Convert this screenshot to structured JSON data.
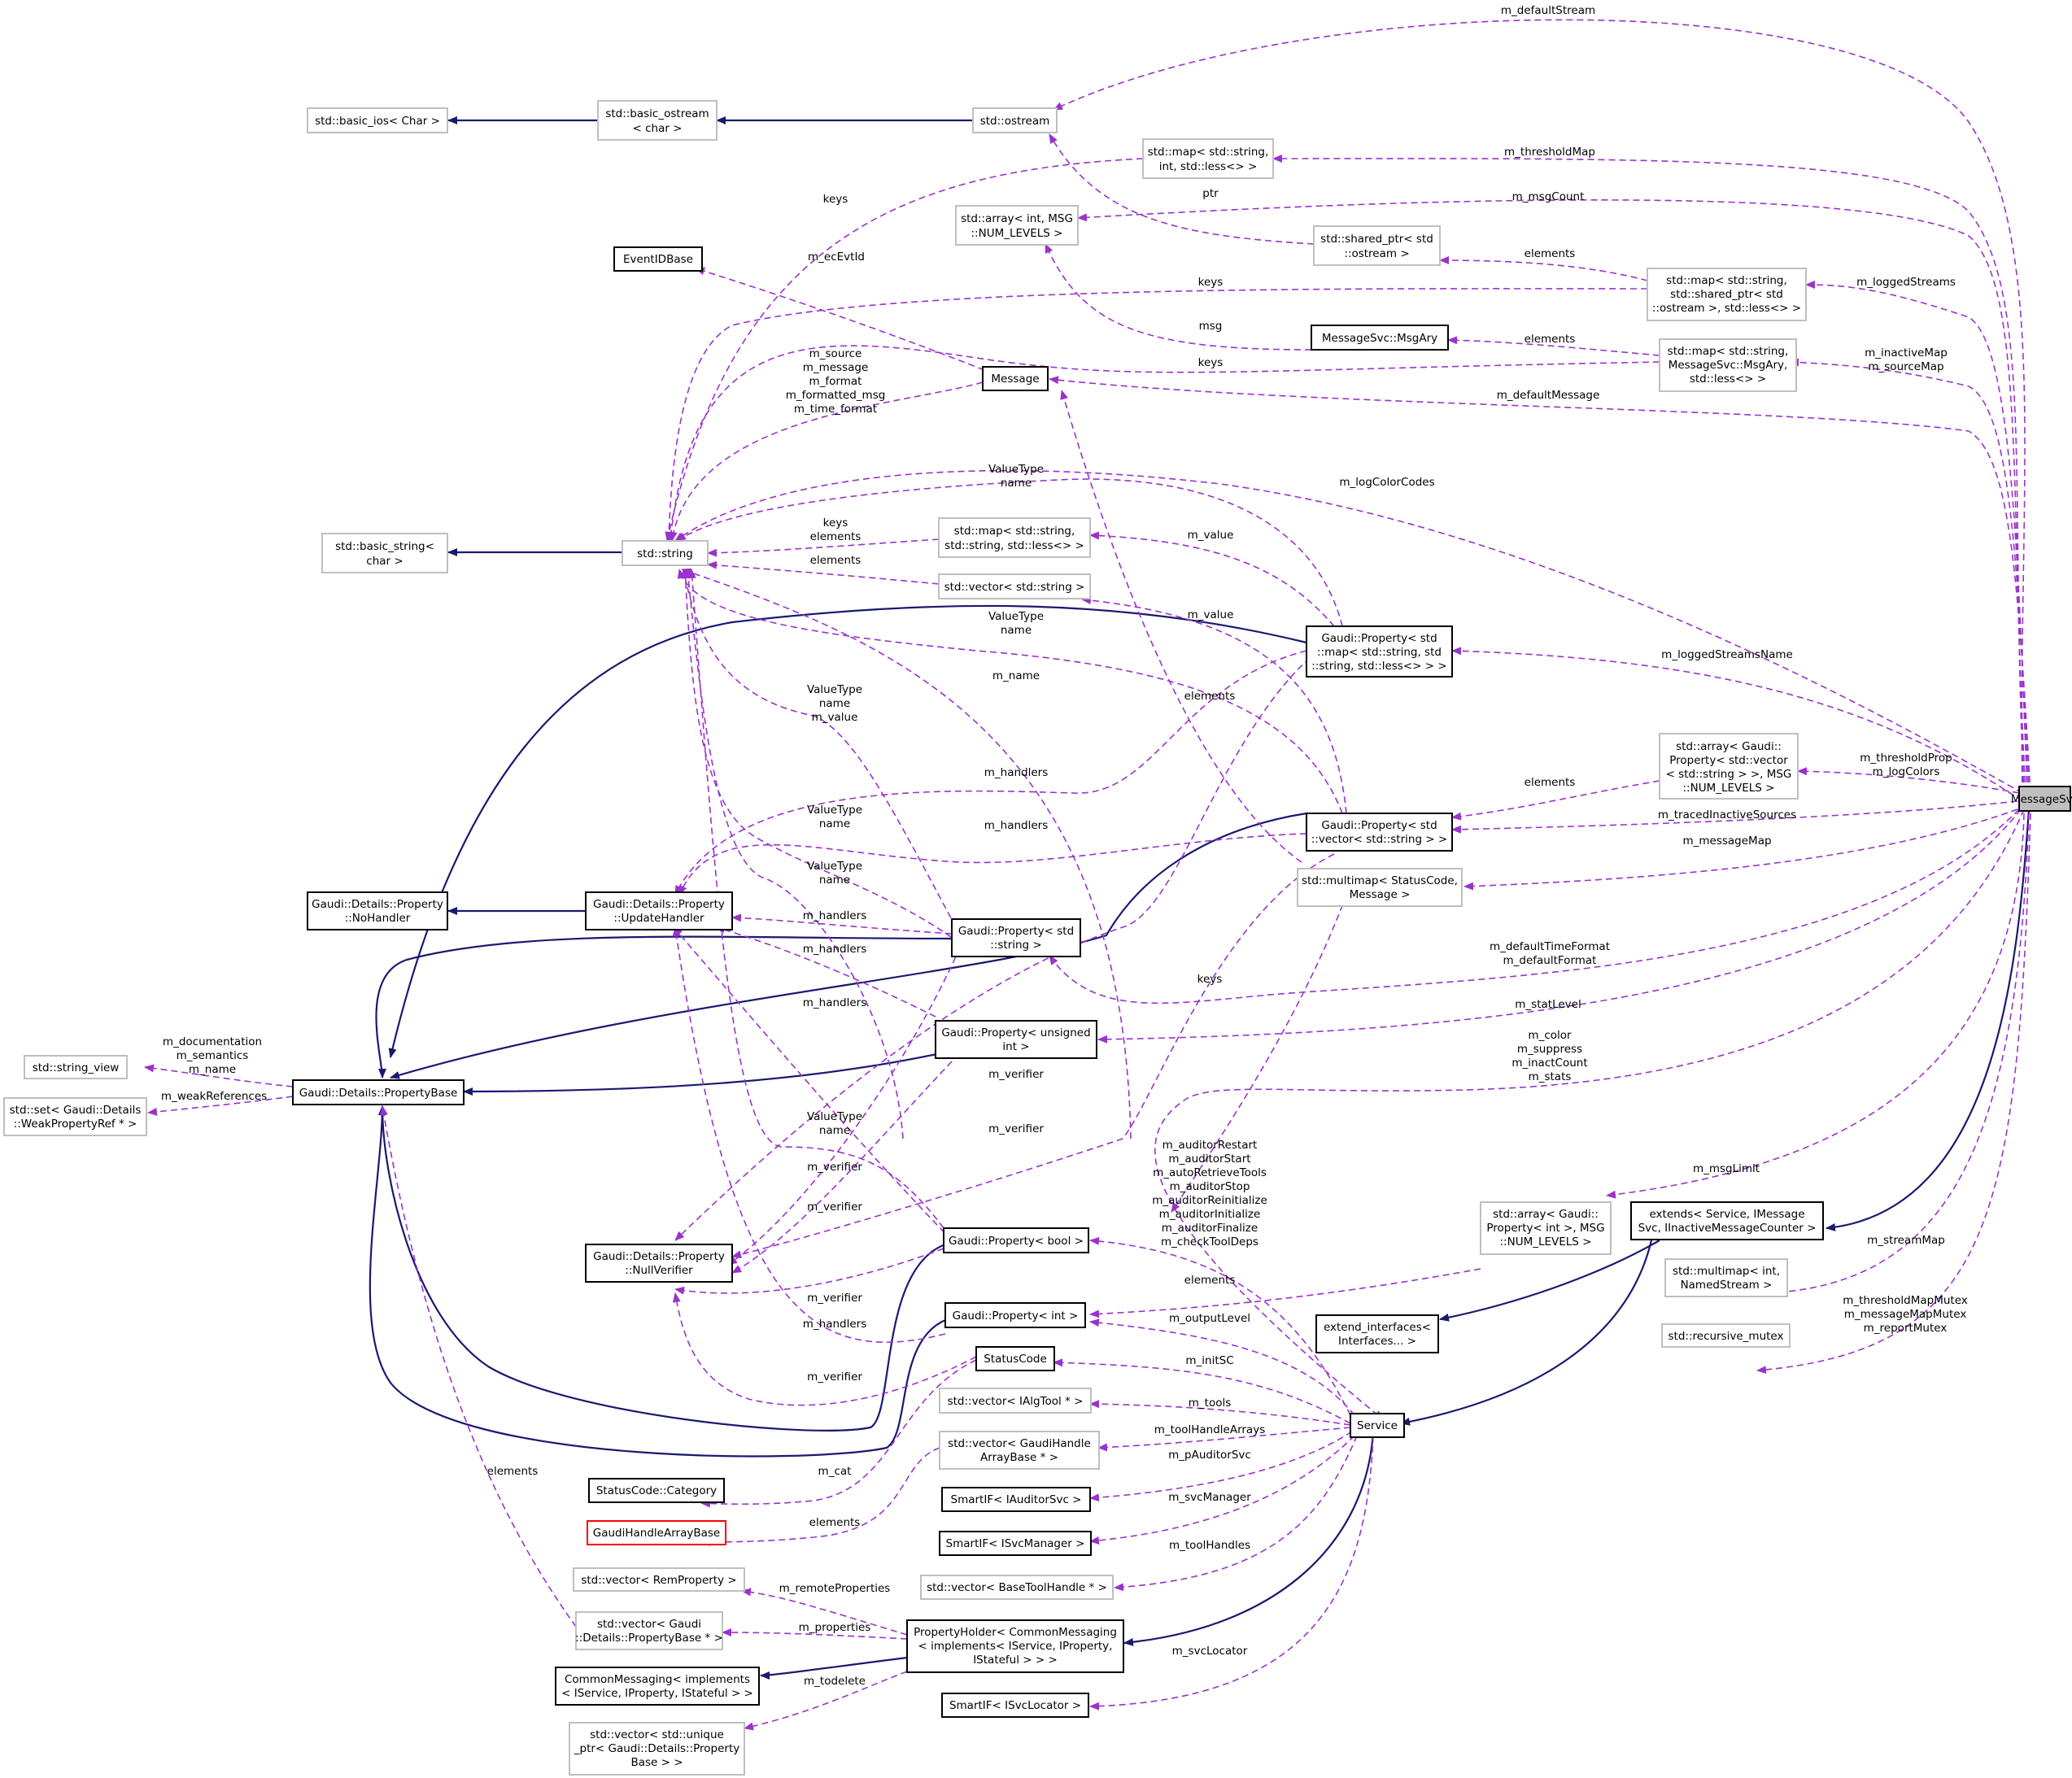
{
  "colors": {
    "inheritance_edge": "#191970",
    "usage_edge": "#9a32cd",
    "focus_fill": "#bfbfbf",
    "border_documented": "#000000",
    "border_external": "#bfbfbf",
    "border_missing": "#ff0000"
  },
  "nodes": [
    {
      "id": "MessageSvc",
      "lines": [
        "MessageSvc"
      ],
      "style": "focus"
    },
    {
      "id": "basic_ios",
      "lines": [
        "std::basic_ios< Char >"
      ],
      "style": "grey"
    },
    {
      "id": "basic_ostream",
      "lines": [
        "std::basic_ostream",
        "< char >"
      ],
      "style": "grey"
    },
    {
      "id": "ostream",
      "lines": [
        "std::ostream"
      ],
      "style": "grey"
    },
    {
      "id": "map_int",
      "lines": [
        "std::map< std::string,",
        "int, std::less<> >"
      ],
      "style": "grey"
    },
    {
      "id": "array_int",
      "lines": [
        "std::array< int, MSG",
        "::NUM_LEVELS >"
      ],
      "style": "grey"
    },
    {
      "id": "shared_ptr",
      "lines": [
        "std::shared_ptr< std",
        "::ostream >"
      ],
      "style": "grey"
    },
    {
      "id": "map_shared",
      "lines": [
        "std::map< std::string,",
        "std::shared_ptr< std",
        "::ostream >, std::less<> >"
      ],
      "style": "grey"
    },
    {
      "id": "EventIDBase",
      "lines": [
        "EventIDBase"
      ],
      "style": "black"
    },
    {
      "id": "MsgAry",
      "lines": [
        "MessageSvc::MsgAry"
      ],
      "style": "black"
    },
    {
      "id": "map_msgary",
      "lines": [
        "std::map< std::string,",
        "MessageSvc::MsgAry,",
        "std::less<> >"
      ],
      "style": "grey"
    },
    {
      "id": "Message",
      "lines": [
        "Message"
      ],
      "style": "black"
    },
    {
      "id": "basic_string",
      "lines": [
        "std::basic_string<",
        "char >"
      ],
      "style": "grey"
    },
    {
      "id": "string",
      "lines": [
        "std::string"
      ],
      "style": "grey"
    },
    {
      "id": "map_ss",
      "lines": [
        "std::map< std::string,",
        "std::string, std::less<> >"
      ],
      "style": "grey"
    },
    {
      "id": "vector_string",
      "lines": [
        "std::vector< std::string >"
      ],
      "style": "grey"
    },
    {
      "id": "prop_map",
      "lines": [
        "Gaudi::Property< std",
        "::map< std::string, std",
        "::string, std::less<> > >"
      ],
      "style": "black"
    },
    {
      "id": "array_gaudi_vec",
      "lines": [
        "std::array< Gaudi::",
        "Property< std::vector",
        "< std::string > >, MSG",
        "::NUM_LEVELS >"
      ],
      "style": "grey"
    },
    {
      "id": "prop_vector",
      "lines": [
        "Gaudi::Property< std",
        "::vector< std::string > >"
      ],
      "style": "black"
    },
    {
      "id": "multimap_sc",
      "lines": [
        "std::multimap< StatusCode,",
        "Message >"
      ],
      "style": "grey"
    },
    {
      "id": "NoHandler",
      "lines": [
        "Gaudi::Details::Property",
        "::NoHandler"
      ],
      "style": "black"
    },
    {
      "id": "UpdateHandler",
      "lines": [
        "Gaudi::Details::Property",
        "::UpdateHandler"
      ],
      "style": "black"
    },
    {
      "id": "prop_string",
      "lines": [
        "Gaudi::Property< std",
        "::string >"
      ],
      "style": "black"
    },
    {
      "id": "prop_unsigned",
      "lines": [
        "Gaudi::Property< unsigned",
        "int >"
      ],
      "style": "black"
    },
    {
      "id": "string_view",
      "lines": [
        "std::string_view"
      ],
      "style": "grey"
    },
    {
      "id": "set_weak",
      "lines": [
        "std::set< Gaudi::Details",
        "::WeakPropertyRef * >"
      ],
      "style": "grey"
    },
    {
      "id": "PropertyBase",
      "lines": [
        "Gaudi::Details::PropertyBase"
      ],
      "style": "black"
    },
    {
      "id": "array_gaudi_int",
      "lines": [
        "std::array< Gaudi::",
        "Property< int >, MSG",
        "::NUM_LEVELS >"
      ],
      "style": "grey"
    },
    {
      "id": "extends",
      "lines": [
        "extends< Service, IMessage",
        "Svc, IInactiveMessageCounter >"
      ],
      "style": "black"
    },
    {
      "id": "NullVerifier",
      "lines": [
        "Gaudi::Details::Property",
        "::NullVerifier"
      ],
      "style": "black"
    },
    {
      "id": "prop_bool",
      "lines": [
        "Gaudi::Property< bool >"
      ],
      "style": "black"
    },
    {
      "id": "prop_int",
      "lines": [
        "Gaudi::Property< int >"
      ],
      "style": "black"
    },
    {
      "id": "multimap_int",
      "lines": [
        "std::multimap< int,",
        "NamedStream >"
      ],
      "style": "grey"
    },
    {
      "id": "extend_interfaces",
      "lines": [
        "extend_interfaces<",
        "Interfaces... >"
      ],
      "style": "black"
    },
    {
      "id": "rec_mutex",
      "lines": [
        "std::recursive_mutex"
      ],
      "style": "grey"
    },
    {
      "id": "StatusCode",
      "lines": [
        "StatusCode"
      ],
      "style": "black"
    },
    {
      "id": "vec_ialgtool",
      "lines": [
        "std::vector< IAlgTool * >"
      ],
      "style": "grey"
    },
    {
      "id": "Service",
      "lines": [
        "Service"
      ],
      "style": "black"
    },
    {
      "id": "vec_gaudihandle",
      "lines": [
        "std::vector< GaudiHandle",
        "ArrayBase * >"
      ],
      "style": "grey"
    },
    {
      "id": "sc_category",
      "lines": [
        "StatusCode::Category"
      ],
      "style": "black"
    },
    {
      "id": "smart_auditor",
      "lines": [
        "SmartIF< IAuditorSvc >"
      ],
      "style": "black"
    },
    {
      "id": "GaudiHandleArrayBase",
      "lines": [
        "GaudiHandleArrayBase"
      ],
      "style": "red"
    },
    {
      "id": "smart_svcmgr",
      "lines": [
        "SmartIF< ISvcManager >"
      ],
      "style": "black"
    },
    {
      "id": "vec_remprop",
      "lines": [
        "std::vector< RemProperty >"
      ],
      "style": "grey"
    },
    {
      "id": "vec_basetool",
      "lines": [
        "std::vector< BaseToolHandle * >"
      ],
      "style": "grey"
    },
    {
      "id": "vec_propbase",
      "lines": [
        "std::vector< Gaudi",
        "::Details::PropertyBase * >"
      ],
      "style": "grey"
    },
    {
      "id": "PropertyHolder",
      "lines": [
        "PropertyHolder< CommonMessaging",
        "< implements< IService, IProperty,",
        "IStateful > > >"
      ],
      "style": "black"
    },
    {
      "id": "CommonMessaging",
      "lines": [
        "CommonMessaging< implements",
        "< IService, IProperty, IStateful > >"
      ],
      "style": "black"
    },
    {
      "id": "smart_svcloc",
      "lines": [
        "SmartIF< ISvcLocator >"
      ],
      "style": "black"
    },
    {
      "id": "vec_unique",
      "lines": [
        "std::vector< std::unique",
        "_ptr< Gaudi::Details::Property",
        "Base > >"
      ],
      "style": "grey"
    }
  ],
  "edge_labels": [
    {
      "id": "l_defaultStream",
      "lines": [
        "m_defaultStream"
      ]
    },
    {
      "id": "l_thresholdMap",
      "lines": [
        "m_thresholdMap"
      ]
    },
    {
      "id": "l_keys_map_int",
      "lines": [
        "keys"
      ]
    },
    {
      "id": "l_ptr",
      "lines": [
        "ptr"
      ]
    },
    {
      "id": "l_msgCount",
      "lines": [
        "m_msgCount"
      ]
    },
    {
      "id": "l_elements_shared",
      "lines": [
        "elements"
      ]
    },
    {
      "id": "l_keys_shared",
      "lines": [
        "keys"
      ]
    },
    {
      "id": "l_loggedStreams",
      "lines": [
        "m_loggedStreams"
      ]
    },
    {
      "id": "l_ecEvtId",
      "lines": [
        "m_ecEvtId"
      ]
    },
    {
      "id": "l_msg",
      "lines": [
        "msg"
      ]
    },
    {
      "id": "l_elements_msgary",
      "lines": [
        "elements"
      ]
    },
    {
      "id": "l_inactiveMap",
      "lines": [
        "m_inactiveMap",
        "m_sourceMap"
      ]
    },
    {
      "id": "l_keys_msgary",
      "lines": [
        "keys"
      ]
    },
    {
      "id": "l_message_fields",
      "lines": [
        "m_source",
        "m_message",
        "m_format",
        "m_formatted_msg",
        "m_time_format"
      ]
    },
    {
      "id": "l_defaultMessage",
      "lines": [
        "m_defaultMessage"
      ]
    },
    {
      "id": "l_logColorCodes",
      "lines": [
        "m_logColorCodes"
      ]
    },
    {
      "id": "l_valuetype_1",
      "lines": [
        "ValueType",
        "name"
      ]
    },
    {
      "id": "l_keys_elements",
      "lines": [
        "keys",
        "elements"
      ]
    },
    {
      "id": "l_m_value_1",
      "lines": [
        "m_value"
      ]
    },
    {
      "id": "l_elements_vec",
      "lines": [
        "elements"
      ]
    },
    {
      "id": "l_m_value_2",
      "lines": [
        "m_value"
      ]
    },
    {
      "id": "l_valuetype_2",
      "lines": [
        "ValueType",
        "name"
      ]
    },
    {
      "id": "l_loggedStreamsName",
      "lines": [
        "m_loggedStreamsName"
      ]
    },
    {
      "id": "l_m_name",
      "lines": [
        "m_name"
      ]
    },
    {
      "id": "l_elements_multimap",
      "lines": [
        "elements"
      ]
    },
    {
      "id": "l_valuetype_3",
      "lines": [
        "ValueType",
        "name",
        "m_value"
      ]
    },
    {
      "id": "l_m_handlers_1",
      "lines": [
        "m_handlers"
      ]
    },
    {
      "id": "l_thresholdProp",
      "lines": [
        "m_thresholdProp",
        "m_logColors"
      ]
    },
    {
      "id": "l_elements_array",
      "lines": [
        "elements"
      ]
    },
    {
      "id": "l_tracedInactive",
      "lines": [
        "m_tracedInactiveSources"
      ]
    },
    {
      "id": "l_valuetype_4",
      "lines": [
        "ValueType",
        "name"
      ]
    },
    {
      "id": "l_m_handlers_2",
      "lines": [
        "m_handlers"
      ]
    },
    {
      "id": "l_messageMap",
      "lines": [
        "m_messageMap"
      ]
    },
    {
      "id": "l_valuetype_5",
      "lines": [
        "ValueType",
        "name"
      ]
    },
    {
      "id": "l_m_handlers_3",
      "lines": [
        "m_handlers"
      ]
    },
    {
      "id": "l_m_handlers_4",
      "lines": [
        "m_handlers"
      ]
    },
    {
      "id": "l_defaultTimeFormat",
      "lines": [
        "m_defaultTimeFormat",
        "m_defaultFormat"
      ]
    },
    {
      "id": "l_keys_multimap",
      "lines": [
        "keys"
      ]
    },
    {
      "id": "l_m_handlers_5",
      "lines": [
        "m_handlers"
      ]
    },
    {
      "id": "l_statLevel",
      "lines": [
        "m_statLevel"
      ]
    },
    {
      "id": "l_documentation",
      "lines": [
        "m_documentation",
        "m_semantics",
        "m_name"
      ]
    },
    {
      "id": "l_color",
      "lines": [
        "m_color",
        "m_suppress",
        "m_inactCount",
        "m_stats"
      ]
    },
    {
      "id": "l_weakReferences",
      "lines": [
        "m_weakReferences"
      ]
    },
    {
      "id": "l_m_verifier_1",
      "lines": [
        "m_verifier"
      ]
    },
    {
      "id": "l_m_verifier_2",
      "lines": [
        "m_verifier"
      ]
    },
    {
      "id": "l_valuetype_6",
      "lines": [
        "ValueType",
        "name"
      ]
    },
    {
      "id": "l_auditor",
      "lines": [
        "m_auditorRestart",
        "m_auditorStart",
        "m_autoRetrieveTools",
        "m_auditorStop",
        "m_auditorReinitialize",
        "m_auditorInitialize",
        "m_auditorFinalize",
        "m_checkToolDeps"
      ]
    },
    {
      "id": "l_m_verifier_3",
      "lines": [
        "m_verifier"
      ]
    },
    {
      "id": "l_msgLimit",
      "lines": [
        "m_msgLimit"
      ]
    },
    {
      "id": "l_m_verifier_4",
      "lines": [
        "m_verifier"
      ]
    },
    {
      "id": "l_streamMap",
      "lines": [
        "m_streamMap"
      ]
    },
    {
      "id": "l_elements_gaudi_int",
      "lines": [
        "elements"
      ]
    },
    {
      "id": "l_m_verifier_5",
      "lines": [
        "m_verifier"
      ]
    },
    {
      "id": "l_outputLevel",
      "lines": [
        "m_outputLevel"
      ]
    },
    {
      "id": "l_m_handlers_6",
      "lines": [
        "m_handlers"
      ]
    },
    {
      "id": "l_mutexes",
      "lines": [
        "m_thresholdMapMutex",
        "m_messageMapMutex",
        "m_reportMutex"
      ]
    },
    {
      "id": "l_initSC",
      "lines": [
        "m_initSC"
      ]
    },
    {
      "id": "l_m_verifier_6",
      "lines": [
        "m_verifier"
      ]
    },
    {
      "id": "l_tools",
      "lines": [
        "m_tools"
      ]
    },
    {
      "id": "l_toolHandleArrays",
      "lines": [
        "m_toolHandleArrays"
      ]
    },
    {
      "id": "l_elements_propbase",
      "lines": [
        "elements"
      ]
    },
    {
      "id": "l_pAuditorSvc",
      "lines": [
        "m_pAuditorSvc"
      ]
    },
    {
      "id": "l_m_cat",
      "lines": [
        "m_cat"
      ]
    },
    {
      "id": "l_svcManager",
      "lines": [
        "m_svcManager"
      ]
    },
    {
      "id": "l_elements_gaudihandle",
      "lines": [
        "elements"
      ]
    },
    {
      "id": "l_toolHandles",
      "lines": [
        "m_toolHandles"
      ]
    },
    {
      "id": "l_remoteProperties",
      "lines": [
        "m_remoteProperties"
      ]
    },
    {
      "id": "l_properties",
      "lines": [
        "m_properties"
      ]
    },
    {
      "id": "l_svcLocator",
      "lines": [
        "m_svcLocator"
      ]
    },
    {
      "id": "l_todelete",
      "lines": [
        "m_todelete"
      ]
    }
  ]
}
